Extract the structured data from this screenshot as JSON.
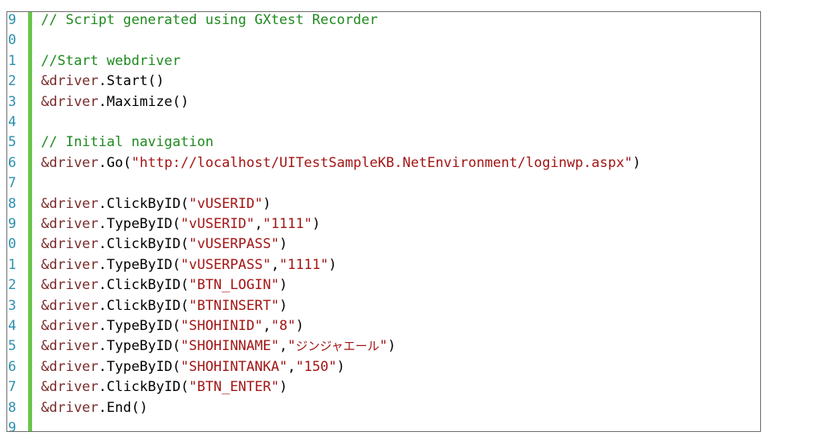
{
  "colors": {
    "line_number": "#2b91af",
    "comment": "#1e8a1e",
    "variable": "#7a2a2a",
    "string": "#a31515",
    "change_bar": "#69c64a"
  },
  "lines": [
    {
      "n": "9",
      "tokens": [
        {
          "t": "comment",
          "v": "// Script generated using GXtest Recorder"
        }
      ]
    },
    {
      "n": "0",
      "tokens": []
    },
    {
      "n": "1",
      "tokens": [
        {
          "t": "comment",
          "v": "//Start webdriver"
        }
      ]
    },
    {
      "n": "2",
      "tokens": [
        {
          "t": "var",
          "v": "&driver"
        },
        {
          "t": "punc",
          "v": "."
        },
        {
          "t": "method",
          "v": "Start()"
        }
      ]
    },
    {
      "n": "3",
      "tokens": [
        {
          "t": "var",
          "v": "&driver"
        },
        {
          "t": "punc",
          "v": "."
        },
        {
          "t": "method",
          "v": "Maximize()"
        }
      ]
    },
    {
      "n": "4",
      "tokens": []
    },
    {
      "n": "5",
      "tokens": [
        {
          "t": "comment",
          "v": "// Initial navigation"
        }
      ]
    },
    {
      "n": "6",
      "tokens": [
        {
          "t": "var",
          "v": "&driver"
        },
        {
          "t": "punc",
          "v": "."
        },
        {
          "t": "method",
          "v": "Go("
        },
        {
          "t": "str",
          "v": "\"http://localhost/UITestSampleKB.NetEnvironment/loginwp.aspx\""
        },
        {
          "t": "punc",
          "v": ")"
        }
      ]
    },
    {
      "n": "7",
      "tokens": []
    },
    {
      "n": "8",
      "tokens": [
        {
          "t": "var",
          "v": "&driver"
        },
        {
          "t": "punc",
          "v": "."
        },
        {
          "t": "method",
          "v": "ClickByID("
        },
        {
          "t": "str",
          "v": "\"vUSERID\""
        },
        {
          "t": "punc",
          "v": ")"
        }
      ]
    },
    {
      "n": "9",
      "tokens": [
        {
          "t": "var",
          "v": "&driver"
        },
        {
          "t": "punc",
          "v": "."
        },
        {
          "t": "method",
          "v": "TypeByID("
        },
        {
          "t": "str",
          "v": "\"vUSERID\""
        },
        {
          "t": "punc",
          "v": ","
        },
        {
          "t": "str",
          "v": "\"1111\""
        },
        {
          "t": "punc",
          "v": ")"
        }
      ]
    },
    {
      "n": "0",
      "tokens": [
        {
          "t": "var",
          "v": "&driver"
        },
        {
          "t": "punc",
          "v": "."
        },
        {
          "t": "method",
          "v": "ClickByID("
        },
        {
          "t": "str",
          "v": "\"vUSERPASS\""
        },
        {
          "t": "punc",
          "v": ")"
        }
      ]
    },
    {
      "n": "1",
      "tokens": [
        {
          "t": "var",
          "v": "&driver"
        },
        {
          "t": "punc",
          "v": "."
        },
        {
          "t": "method",
          "v": "TypeByID("
        },
        {
          "t": "str",
          "v": "\"vUSERPASS\""
        },
        {
          "t": "punc",
          "v": ","
        },
        {
          "t": "str",
          "v": "\"1111\""
        },
        {
          "t": "punc",
          "v": ")"
        }
      ]
    },
    {
      "n": "2",
      "tokens": [
        {
          "t": "var",
          "v": "&driver"
        },
        {
          "t": "punc",
          "v": "."
        },
        {
          "t": "method",
          "v": "ClickByID("
        },
        {
          "t": "str",
          "v": "\"BTN_LOGIN\""
        },
        {
          "t": "punc",
          "v": ")"
        }
      ]
    },
    {
      "n": "3",
      "tokens": [
        {
          "t": "var",
          "v": "&driver"
        },
        {
          "t": "punc",
          "v": "."
        },
        {
          "t": "method",
          "v": "ClickByID("
        },
        {
          "t": "str",
          "v": "\"BTNINSERT\""
        },
        {
          "t": "punc",
          "v": ")"
        }
      ]
    },
    {
      "n": "4",
      "tokens": [
        {
          "t": "var",
          "v": "&driver"
        },
        {
          "t": "punc",
          "v": "."
        },
        {
          "t": "method",
          "v": "TypeByID("
        },
        {
          "t": "str",
          "v": "\"SHOHINID\""
        },
        {
          "t": "punc",
          "v": ","
        },
        {
          "t": "str",
          "v": "\"8\""
        },
        {
          "t": "punc",
          "v": ")"
        }
      ]
    },
    {
      "n": "5",
      "tokens": [
        {
          "t": "var",
          "v": "&driver"
        },
        {
          "t": "punc",
          "v": "."
        },
        {
          "t": "method",
          "v": "TypeByID("
        },
        {
          "t": "str",
          "v": "\"SHOHINNAME\""
        },
        {
          "t": "punc",
          "v": ","
        },
        {
          "t": "str",
          "v": "\""
        },
        {
          "t": "strjp",
          "v": "ジンジャエール"
        },
        {
          "t": "str",
          "v": "\""
        },
        {
          "t": "punc",
          "v": ")"
        }
      ]
    },
    {
      "n": "6",
      "tokens": [
        {
          "t": "var",
          "v": "&driver"
        },
        {
          "t": "punc",
          "v": "."
        },
        {
          "t": "method",
          "v": "TypeByID("
        },
        {
          "t": "str",
          "v": "\"SHOHINTANKA\""
        },
        {
          "t": "punc",
          "v": ","
        },
        {
          "t": "str",
          "v": "\"150\""
        },
        {
          "t": "punc",
          "v": ")"
        }
      ]
    },
    {
      "n": "7",
      "tokens": [
        {
          "t": "var",
          "v": "&driver"
        },
        {
          "t": "punc",
          "v": "."
        },
        {
          "t": "method",
          "v": "ClickByID("
        },
        {
          "t": "str",
          "v": "\"BTN_ENTER\""
        },
        {
          "t": "punc",
          "v": ")"
        }
      ]
    },
    {
      "n": "8",
      "tokens": [
        {
          "t": "var",
          "v": "&driver"
        },
        {
          "t": "punc",
          "v": "."
        },
        {
          "t": "method",
          "v": "End()"
        }
      ]
    },
    {
      "n": "9",
      "tokens": []
    }
  ]
}
